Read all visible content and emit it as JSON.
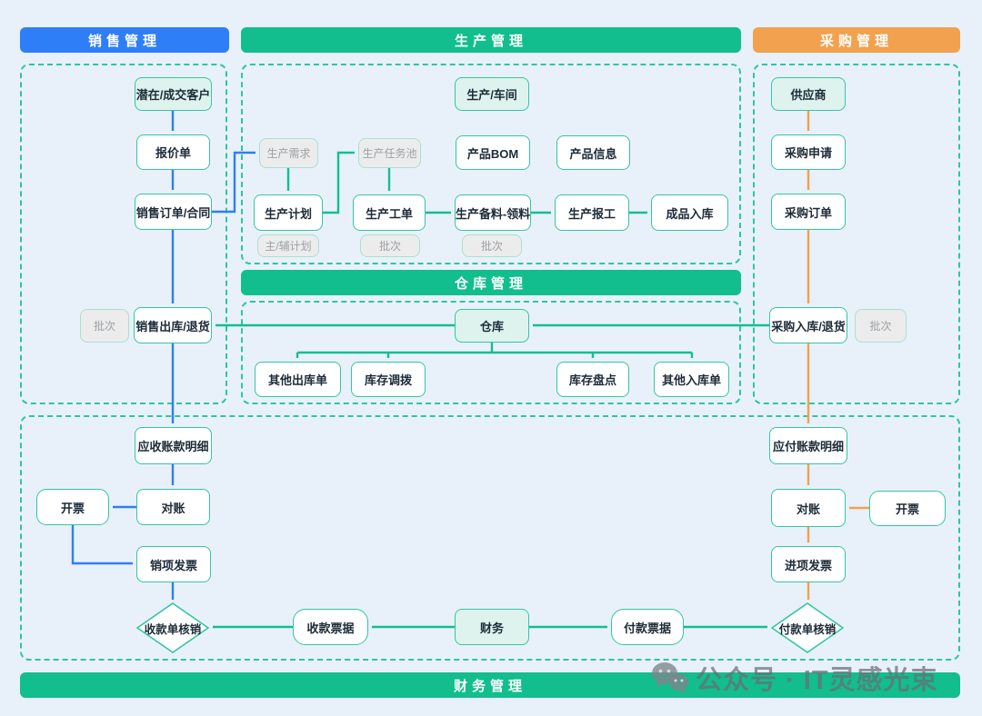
{
  "headers": {
    "sales": "销售管理",
    "production": "生产管理",
    "procurement": "采购管理",
    "warehouse": "仓库管理",
    "finance": "财务管理"
  },
  "colors": {
    "background": "#E8F1F9",
    "sales_blue": "#2E7EF7",
    "teal_green": "#12BE8E",
    "procurement_orange": "#F2A14E",
    "node_border_teal": "#33C6A0",
    "mint_fill": "#DEF3EE",
    "gray_fill": "#ECECEC"
  },
  "nodes": {
    "potential_customer": "潜在/成交客户",
    "quotation": "报价单",
    "sales_order": "销售订单/合同",
    "batch_sales": "批次",
    "sales_outbound": "销售出库/退货",
    "production_workshop": "生产/车间",
    "production_demand": "生产需求",
    "production_task_pool": "生产任务池",
    "product_bom": "产品BOM",
    "product_info": "产品信息",
    "production_plan": "生产计划",
    "main_aux_plan": "主/辅计划",
    "production_work_order": "生产工单",
    "batch_work_order": "批次",
    "production_material": "生产备料-领料",
    "batch_material": "批次",
    "production_report": "生产报工",
    "finished_goods_inbound": "成品入库",
    "warehouse_node": "仓库",
    "other_outbound": "其他出库单",
    "inventory_transfer": "库存调拨",
    "inventory_count": "库存盘点",
    "other_inbound": "其他入库单",
    "supplier": "供应商",
    "purchase_request": "采购申请",
    "purchase_order": "采购订单",
    "purchase_inbound": "采购入库/退货",
    "batch_purchase": "批次",
    "receivable_detail": "应收账款明细",
    "invoice_left": "开票",
    "reconcile_left": "对账",
    "sales_invoice": "销项发票",
    "receipt_writeoff": "收款单核销",
    "receipt_bill": "收款票据",
    "finance_hub": "财务",
    "payment_bill": "付款票据",
    "payment_writeoff": "付款单核销",
    "payable_detail": "应付账款明细",
    "reconcile_right": "对账",
    "invoice_right": "开票",
    "input_invoice": "进项发票"
  },
  "watermark": {
    "text": "公众号 · IT灵感光束",
    "icon": "wechat-icon"
  }
}
